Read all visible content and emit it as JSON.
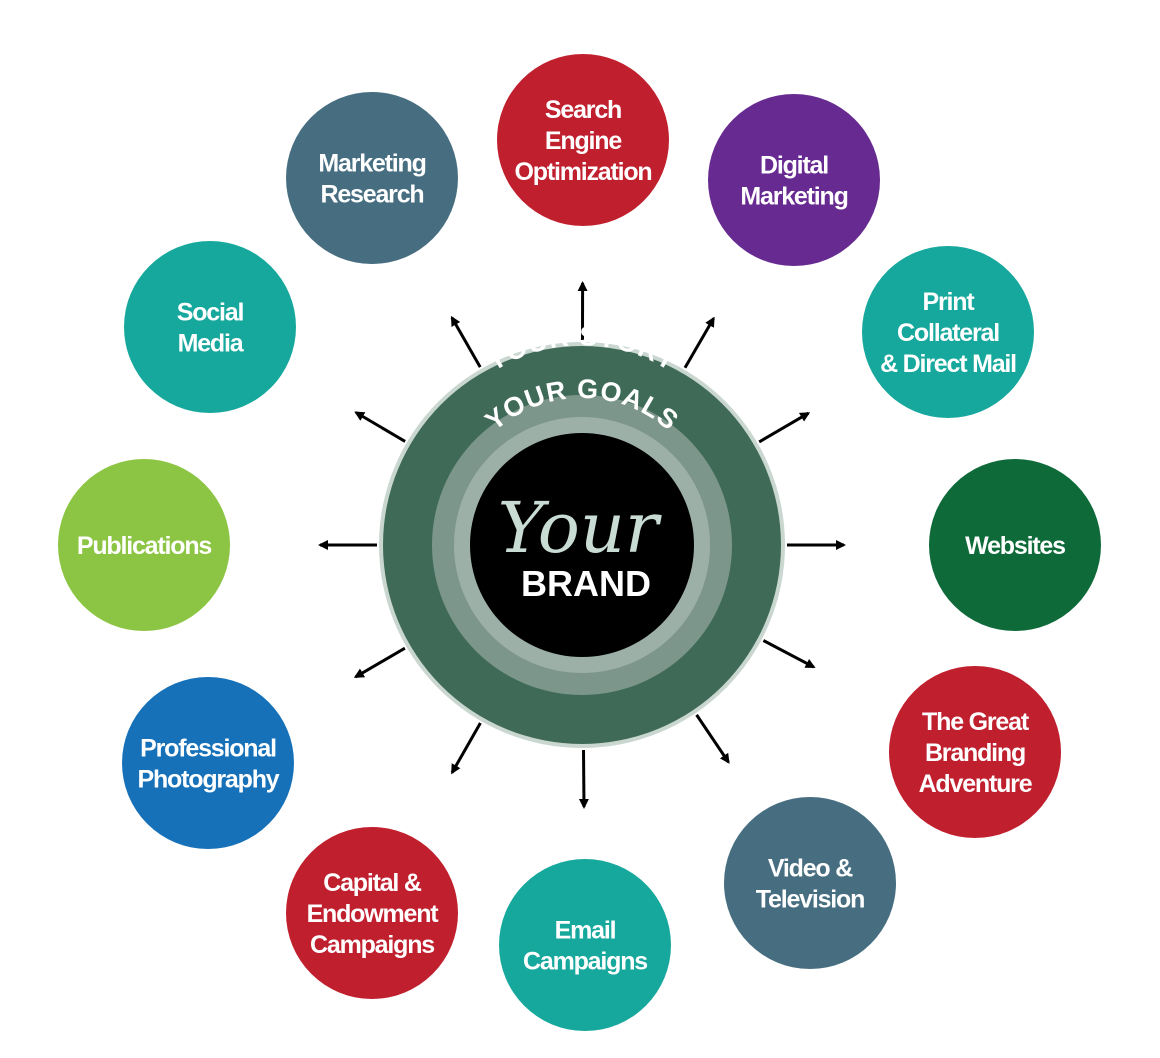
{
  "center": {
    "outer_arc": "YOUR STORY",
    "inner_arc": "YOUR GOALS",
    "script_word": "Your",
    "brand_word": "BRAND",
    "colors": {
      "outer_ring": "#3f6a58",
      "middle_ring": "#7d968b",
      "core": "#000000"
    }
  },
  "nodes": [
    {
      "id": "search-engine-optimization",
      "lines": [
        "Search",
        "Engine",
        "Optimization"
      ],
      "color": "#c01f2e"
    },
    {
      "id": "digital-marketing",
      "lines": [
        "Digital",
        "Marketing"
      ],
      "color": "#672a91"
    },
    {
      "id": "print-collateral",
      "lines": [
        "Print",
        "Collateral",
        "& Direct Mail"
      ],
      "color": "#16a89c"
    },
    {
      "id": "websites",
      "lines": [
        "Websites"
      ],
      "color": "#0e6a39"
    },
    {
      "id": "great-branding-adventure",
      "lines": [
        "The Great",
        "Branding",
        "Adventure"
      ],
      "color": "#c01f2e"
    },
    {
      "id": "video-television",
      "lines": [
        "Video &",
        "Television"
      ],
      "color": "#476e80"
    },
    {
      "id": "email-campaigns",
      "lines": [
        "Email",
        "Campaigns"
      ],
      "color": "#16a89c"
    },
    {
      "id": "capital-endowment",
      "lines": [
        "Capital &",
        "Endowment",
        "Campaigns"
      ],
      "color": "#c01f2e"
    },
    {
      "id": "professional-photography",
      "lines": [
        "Professional",
        "Photography"
      ],
      "color": "#1671b9"
    },
    {
      "id": "publications",
      "lines": [
        "Publications"
      ],
      "color": "#8cc443"
    },
    {
      "id": "social-media",
      "lines": [
        "Social",
        "Media"
      ],
      "color": "#16a89c"
    },
    {
      "id": "marketing-research",
      "lines": [
        "Marketing",
        "Research"
      ],
      "color": "#476e80"
    }
  ]
}
